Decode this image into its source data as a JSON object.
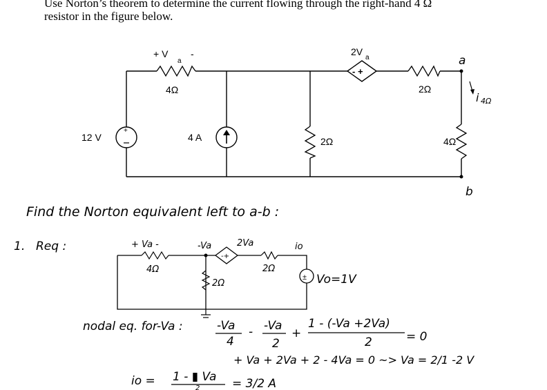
{
  "question": {
    "line1": "Use  Norton’s theorem to determine the current flowing through the right-hand 4 Ω",
    "line2": "resistor in the figure below."
  },
  "circuit": {
    "va_label": "+  V",
    "va_sub": "a",
    "va_minus": "-",
    "r_top_left": "4Ω",
    "dep_source": "2V",
    "dep_sub": "a",
    "dep_signs": "- +",
    "r_top_right": "2Ω",
    "node_a": "a",
    "i4_label": "i",
    "i4_sub": "4Ω",
    "voltage_source": "12 V",
    "current_source": "4 A",
    "r_middle": "2Ω",
    "r_right": "4Ω",
    "node_b": "b"
  },
  "solution": {
    "heading": "Find the Norton equivalent left to a-b :",
    "step_number": "1.",
    "step_label": "Req :",
    "small_va": "+  Va  -",
    "small_neg_va": "-Va",
    "small_2va": "2Va",
    "small_dep_signs": "-+",
    "small_io": "io",
    "small_r1": "4Ω",
    "small_r2": "2Ω",
    "small_r3": "2Ω",
    "test_source": "Vo=1V",
    "nodal_label": "nodal eq. for-Va :",
    "eq_t1_num": "-Va",
    "eq_t1_den": "4",
    "eq_minus": "-",
    "eq_t2_num": "-Va",
    "eq_t2_den": "2",
    "eq_plus": "+",
    "eq_t3_num": "1 - (-Va +2Va)",
    "eq_t3_den": "2",
    "eq_equals": "= 0",
    "line2": "+ Va + 2Va + 2 - 4Va = 0  ~>  Va = 2/1 -2 V",
    "result_lhs": "io =",
    "result_num": "1 - ▮ Va",
    "result_den": "2",
    "result_rhs": "=  3/2  A"
  }
}
